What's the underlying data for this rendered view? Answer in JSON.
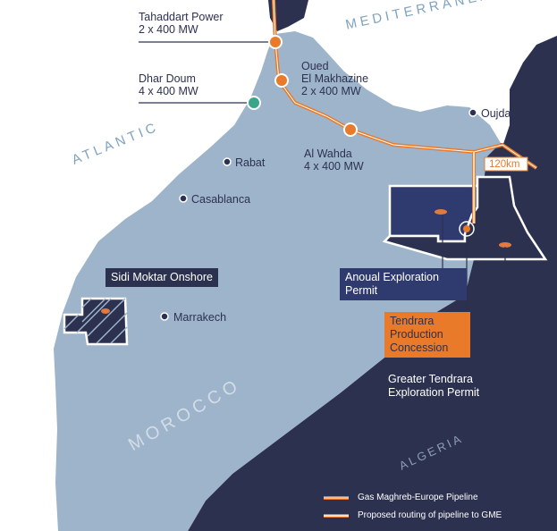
{
  "labels": {
    "tahaddart": [
      "Tahaddart Power",
      "2 x 400 MW"
    ],
    "dhar_doum": [
      "Dhar Doum",
      "4 x 400 MW"
    ],
    "oued": [
      "Oued",
      "El Makhazine",
      "2 x 400 MW"
    ],
    "al_wahda": [
      "Al Wahda",
      "4 x 400 MW"
    ],
    "rabat": "Rabat",
    "casablanca": "Casablanca",
    "marrakech": "Marrakech",
    "oujda": "Oujda",
    "distance": "120km",
    "mediterranean": "MEDITERRANEAN",
    "atlantic": "ATLANTIC",
    "morocco": "MOROCCO",
    "algeria": "ALGERIA",
    "sidi_moktar": "Sidi Moktar Onshore",
    "anoual": [
      "Anoual Exploration",
      "Permit"
    ],
    "tendrara": [
      "Tendrara",
      "Production",
      "Concession"
    ],
    "greater_tendrara": [
      "Greater Tendrara",
      "Exploration Permit"
    ]
  },
  "legend": {
    "existing": "Gas Maghreb-Europe Pipeline",
    "proposed": "Proposed routing of pipeline to GME"
  },
  "colors": {
    "land": "#9db4ca",
    "dark": "#2d3150",
    "pipeline": "#e87a2a",
    "anoual": "#2f3a6e",
    "tendrara": "#e87a2a"
  }
}
